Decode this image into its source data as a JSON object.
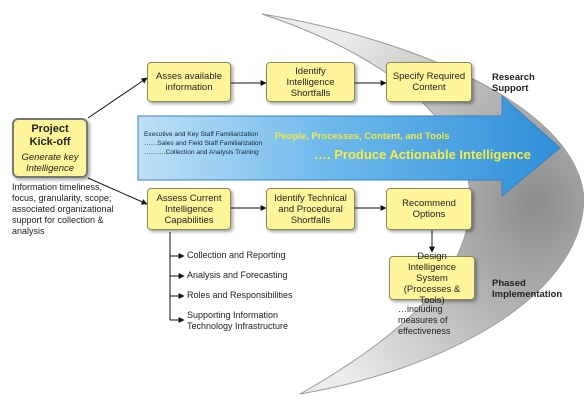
{
  "kickoff": {
    "title": "Project Kick-off",
    "subtitle": "Generate key Intelligence"
  },
  "kickoff_note": "Information timeliness, focus, granularity, scope; associated organizational support for collection & analysis",
  "top_row": [
    "Asses available information",
    "Identify Intelligence Shortfalls",
    "Specify Required Content"
  ],
  "bottom_row": [
    "Assess Current Intelligence Capabilities",
    "Identify Technical and Procedural Shortfalls",
    "Recommend Options"
  ],
  "design_box": "Design Intelligence System (Processes & Tools)",
  "design_note": "…including measures of effectiveness",
  "band": {
    "left_lines": [
      "Executive and Key Staff Familiarization",
      "……Sales and Field Staff Familiarization",
      "……….Collection and Analysis Training"
    ],
    "headline": "People, Processes, Content, and Tools",
    "tagline": "…. Produce Actionable Intelligence"
  },
  "side_labels": {
    "research": "Research Support",
    "phased": "Phased Implementation"
  },
  "list_items": [
    "Collection and Reporting",
    "Analysis and Forecasting",
    "Roles and Responsibilities",
    "Supporting Information Technology Infrastructure"
  ],
  "colors": {
    "box_fill": "#fff59a",
    "band": "#4aa3e0",
    "headline": "#f3e843",
    "tagline": "#f5ec4a",
    "moon": "#b4b4b4"
  }
}
